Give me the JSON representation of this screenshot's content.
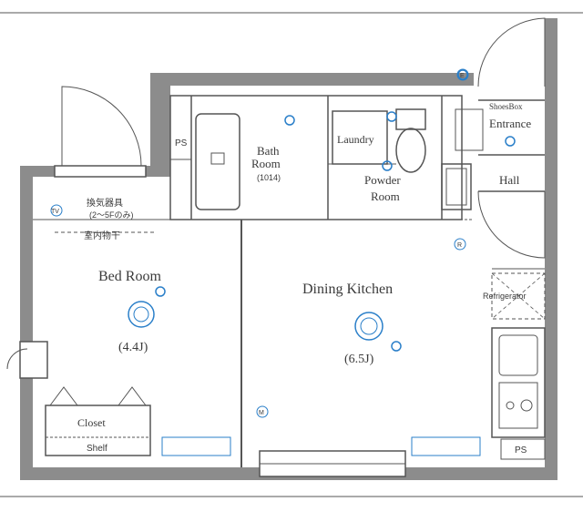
{
  "colors": {
    "wall": "#8c8c8c",
    "fixture": "#2a7fc9",
    "line": "#555555",
    "background": "#ffffff"
  },
  "rooms": {
    "bed_room": {
      "name": "Bed Room",
      "size": "(4.4J)"
    },
    "dining_kitchen": {
      "name": "Dining Kitchen",
      "size": "(6.5J)"
    },
    "bath_room": {
      "line1": "Bath",
      "line2": "Room",
      "model": "(1014)"
    },
    "laundry": "Laundry",
    "powder_room": {
      "line1": "Powder",
      "line2": "Room"
    },
    "entrance": "Entrance",
    "shoes_box": "ShoesBox",
    "hall": "Hall",
    "closet": "Closet",
    "shelf": "Shelf",
    "refrigerator": "Refrigerator",
    "ps_bath": "PS",
    "ps_kitchen": "PS"
  },
  "notes": {
    "ventilation_line1": "換気器具",
    "ventilation_line2": "(2～5Fのみ)",
    "indoor_drying": "室内物干"
  },
  "symbols": {
    "tv": "TV",
    "ref": "R",
    "meter": "M",
    "exhaust": "E"
  }
}
